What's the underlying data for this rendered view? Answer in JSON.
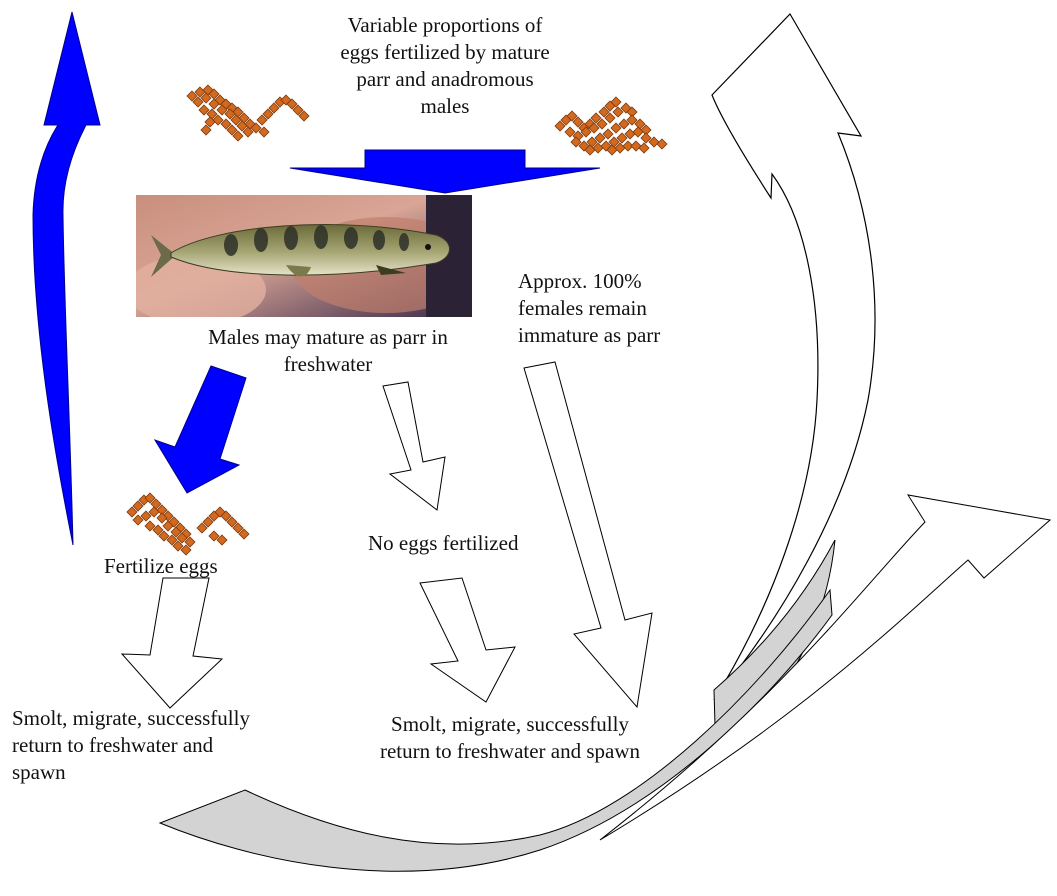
{
  "labels": {
    "variable_proportions": "Variable proportions of\neggs fertilized by mature\nparr and anadromous\nmales",
    "males_mature": "Males may mature as parr in\nfreshwater",
    "females_immature": "Approx. 100%\nfemales remain\nimmature as parr",
    "fertilize_eggs": "Fertilize eggs",
    "no_eggs": "No eggs fertilized",
    "smolt_left": "Smolt, migrate, successfully\nreturn to freshwater and\nspawn",
    "smolt_middle": "Smolt, migrate, successfully\nreturn to freshwater and spawn"
  },
  "colors": {
    "blue_arrow": "#0000ff",
    "egg_fill": "#d2691e",
    "egg_stroke": "#7a3a10",
    "grey_arrow": "#d3d3d3",
    "arrow_outline": "#000000"
  },
  "photo": {
    "subject": "juvenile-salmon-parr-in-hand"
  }
}
